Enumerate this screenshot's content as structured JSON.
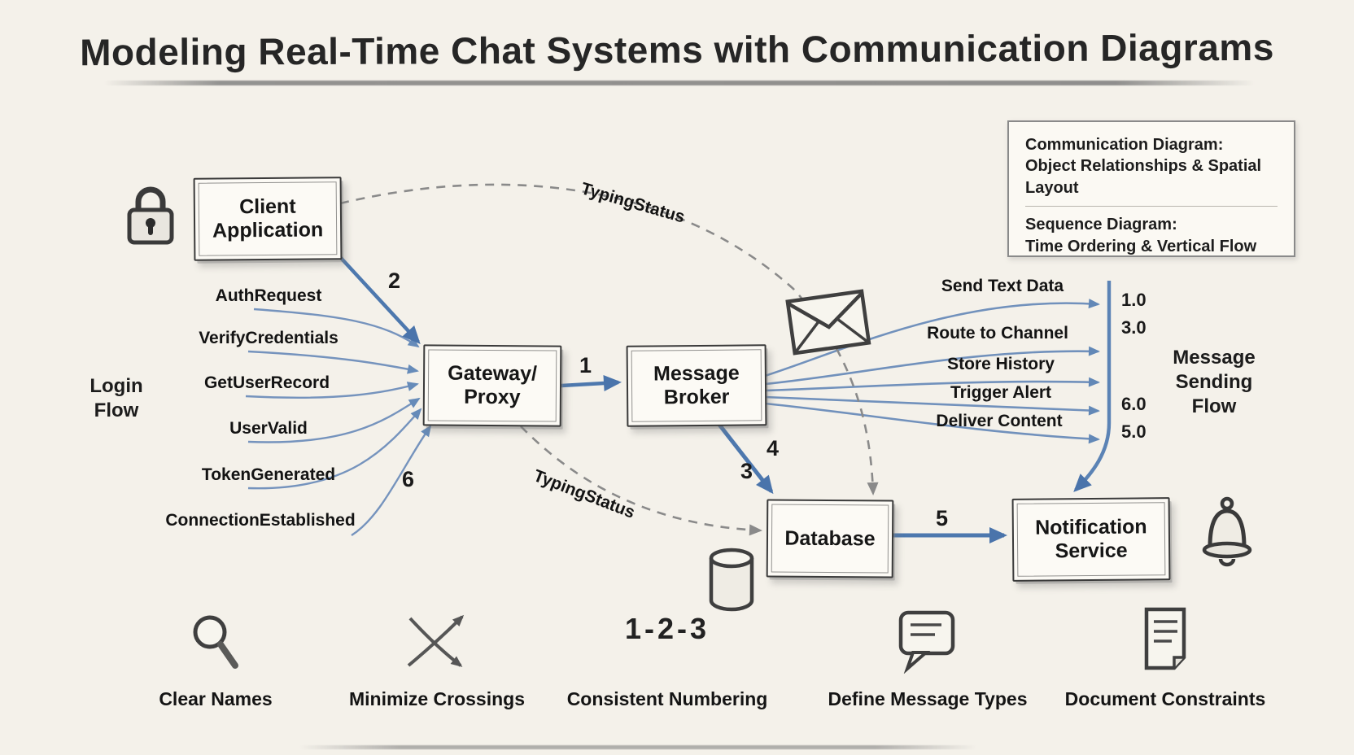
{
  "title": "Modeling Real-Time Chat Systems with Communication Diagrams",
  "legend": {
    "communication_heading": "Communication Diagram:",
    "communication_desc": "Object Relationships & Spatial Layout",
    "sequence_heading": "Sequence Diagram:",
    "sequence_desc": "Time Ordering & Vertical Flow"
  },
  "nodes": {
    "client": "Client\nApplication",
    "gateway": "Gateway/\nProxy",
    "broker": "Message\nBroker",
    "database": "Database",
    "notification": "Notification\nService"
  },
  "login_flow": {
    "label": "Login\nFlow",
    "messages": [
      "AuthRequest",
      "VerifyCredentials",
      "GetUserRecord",
      "UserValid",
      "TokenGenerated",
      "ConnectionEstablished"
    ]
  },
  "sending_flow": {
    "label": "Message\nSending\nFlow",
    "messages": [
      "Send Text Data",
      "Route to Channel",
      "Store History",
      "Trigger Alert",
      "Deliver Content"
    ],
    "sequence_numbers": [
      "1.0",
      "3.0",
      "6.0",
      "5.0"
    ]
  },
  "edges": {
    "gateway_to_broker": "1",
    "client_to_gateway": "2",
    "broker_to_database_a": "3",
    "broker_to_database_b": "4",
    "database_to_notification": "5",
    "connection_established": "6"
  },
  "typing_status": {
    "top": "TypingStatus",
    "bottom": "TypingStatus"
  },
  "principles": [
    {
      "icon": "magnifier",
      "label": "Clear Names"
    },
    {
      "icon": "crossing-arrows",
      "label": "Minimize Crossings"
    },
    {
      "icon": "numbers",
      "glyph": "1-2-3",
      "label": "Consistent Numbering"
    },
    {
      "icon": "speech-bubble",
      "label": "Define Message Types"
    },
    {
      "icon": "document",
      "label": "Document Constraints"
    }
  ],
  "colors": {
    "background": "#f4f1ea",
    "arrow_blue": "#5b83b5",
    "arrow_blue_thick": "#4a74ab",
    "dashed_gray": "#8a8a8a",
    "sketch_dark": "#3a3a3a"
  }
}
